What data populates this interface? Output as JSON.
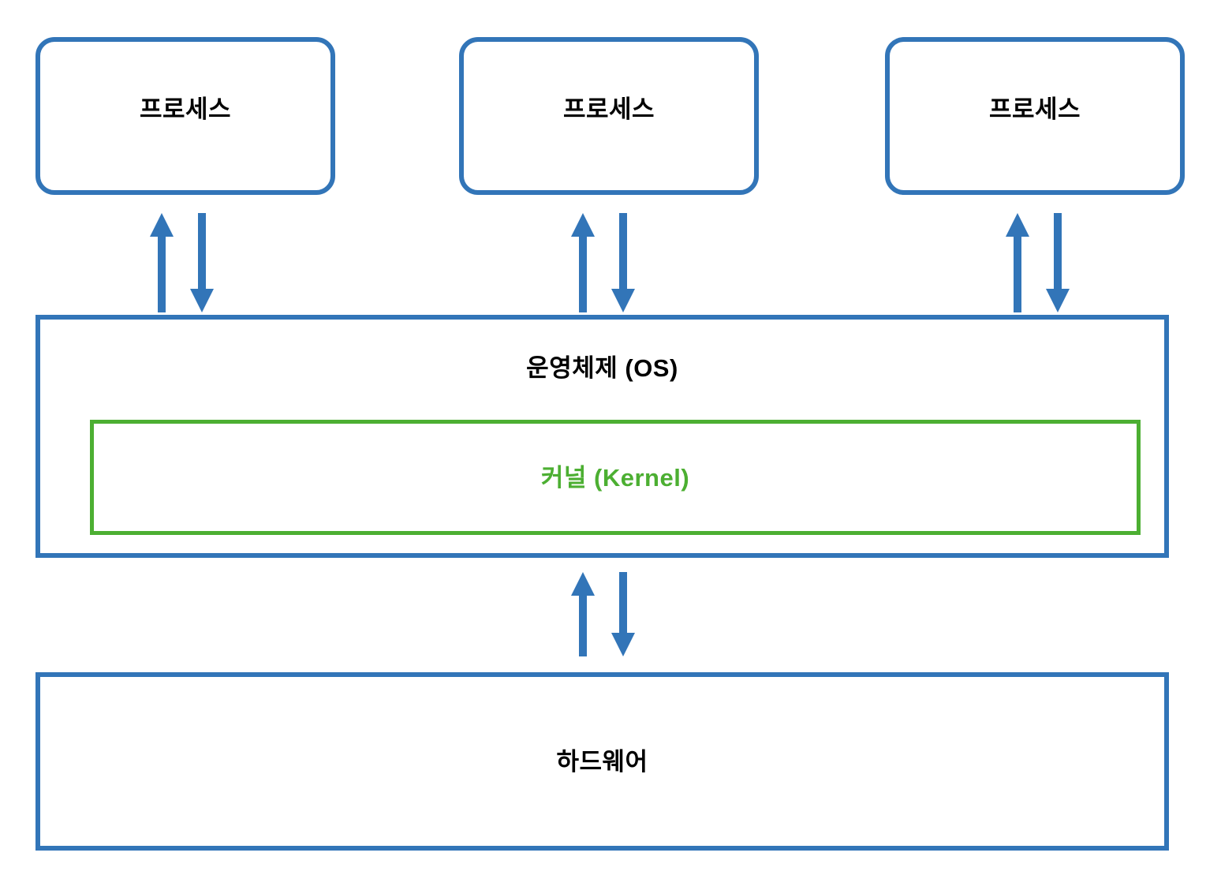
{
  "diagram": {
    "title_visible": false,
    "background_color": "#ffffff",
    "accent_blue": "#3275B8",
    "accent_green": "#4CAF32",
    "text_color": "#000000",
    "processes": [
      {
        "label": "프로세스"
      },
      {
        "label": "프로세스"
      },
      {
        "label": "프로세스"
      }
    ],
    "os": {
      "label": "운영체제 (OS)",
      "kernel": {
        "label": "커널 (Kernel)",
        "color": "#4CAF32"
      }
    },
    "hardware": {
      "label": "하드웨어"
    },
    "arrows": [
      {
        "name": "process-1-to-os",
        "direction": "up",
        "color": "#3275B8"
      },
      {
        "name": "os-to-process-1",
        "direction": "down",
        "color": "#3275B8"
      },
      {
        "name": "process-2-to-os",
        "direction": "up",
        "color": "#3275B8"
      },
      {
        "name": "os-to-process-2",
        "direction": "down",
        "color": "#3275B8"
      },
      {
        "name": "process-3-to-os",
        "direction": "up",
        "color": "#3275B8"
      },
      {
        "name": "os-to-process-3",
        "direction": "down",
        "color": "#3275B8"
      },
      {
        "name": "os-to-hardware-up",
        "direction": "up",
        "color": "#3275B8"
      },
      {
        "name": "os-to-hardware-down",
        "direction": "down",
        "color": "#3275B8"
      }
    ]
  }
}
